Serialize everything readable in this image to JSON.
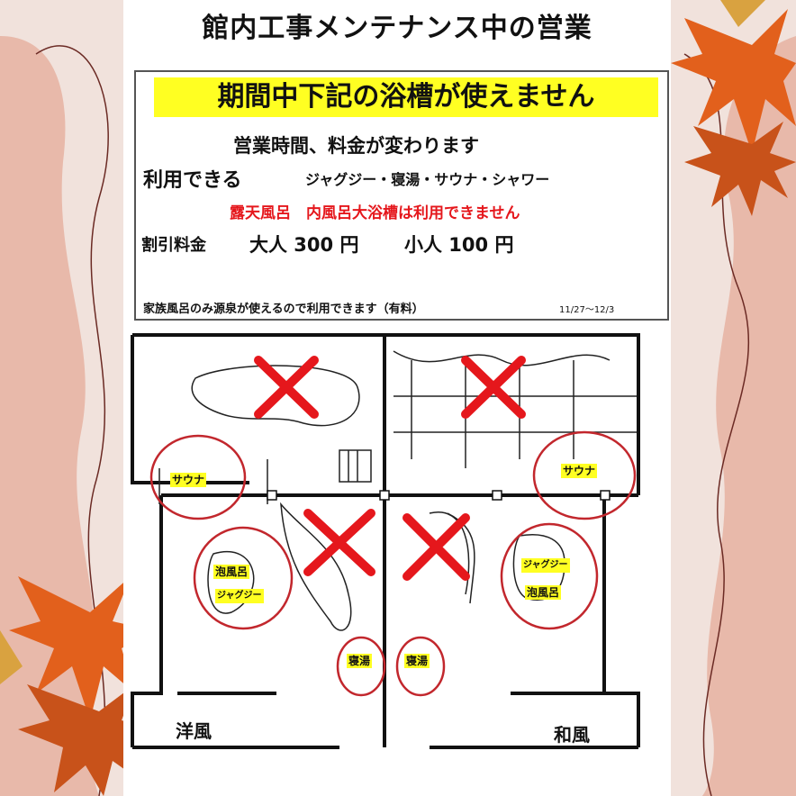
{
  "colors": {
    "accent_red": "#e5171c",
    "highlight_yellow": "#ffff22",
    "leaf_orange": "#e2601c"
  },
  "title": "館内工事メンテナンス中の営業",
  "notice": {
    "headline": "期間中下記の浴槽が使えません",
    "line1": "営業時間、料金が変わります",
    "available_label": "利用できる",
    "available_items": "ジャグジー・寝湯・サウナ・シャワー",
    "unavailable": "露天風呂　内風呂大浴槽は利用できません",
    "discount_label": "割引料金",
    "adult_price": "大人 300 円",
    "child_price": "小人 100 円",
    "family_note": "家族風呂のみ源泉が使えるので利用できます（有料）",
    "dates": "11/27～12/3"
  },
  "floor_plan": {
    "left_sauna": "サウナ",
    "right_sauna": "サウナ",
    "left_bubble": "泡風呂",
    "left_jacuzzi": "ジャグジー",
    "right_jacuzzi": "ジャグジー",
    "right_bubble": "泡風呂",
    "left_nebath": "寝湯",
    "right_nebath": "寝湯",
    "west_room": "洋風",
    "japan_room": "和風"
  }
}
